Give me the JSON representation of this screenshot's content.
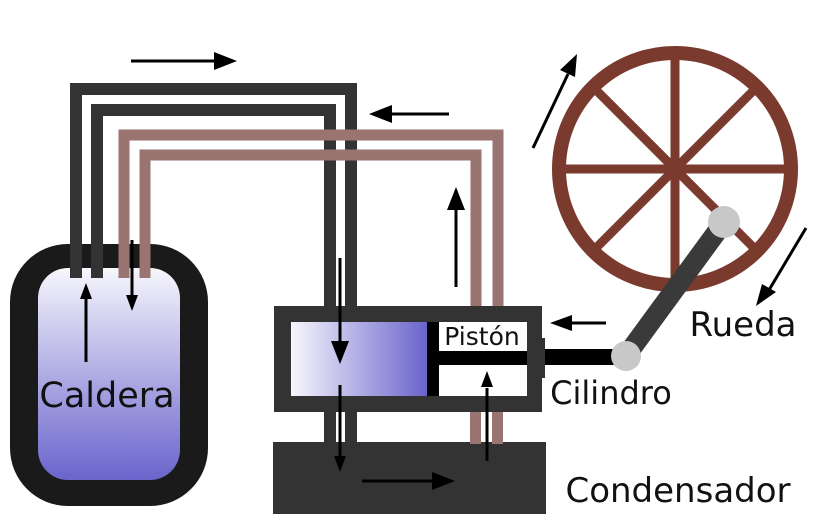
{
  "labels": {
    "caldera": "Caldera",
    "piston": "Pistón",
    "cilindro": "Cilindro",
    "rueda": "Rueda",
    "condensador": "Condensador"
  },
  "colors": {
    "dark_pipe": "#333333",
    "light_pipe": "#9a7470",
    "boiler_shell": "#1a1a1a",
    "boiler_fill_top": "#f4f4fb",
    "boiler_fill_bottom": "#6a64cc",
    "wheel": "#7a3b2e",
    "piston_rod": "#000000",
    "connecting_rod": "#3a3a3a",
    "pivot": "#c8c8c8",
    "condenser": "#333333",
    "arrow": "#000000"
  }
}
